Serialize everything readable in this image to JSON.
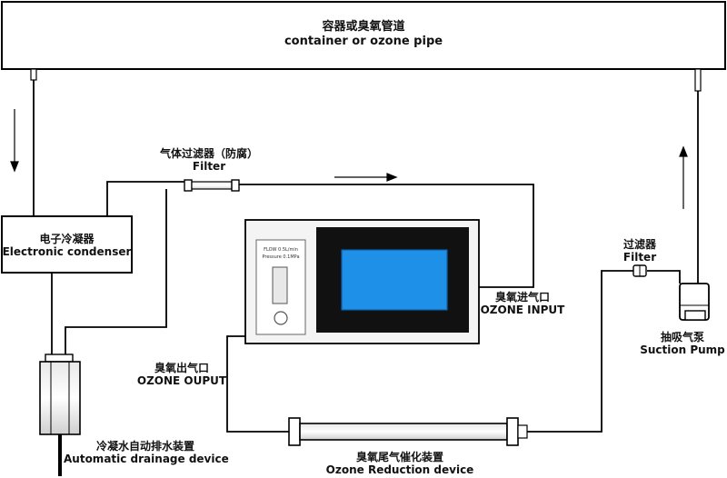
{
  "container": {
    "label_cn": "容器或臭氧管道",
    "label_en": "container or ozone pipe"
  },
  "gas_filter": {
    "label_cn": "气体过滤器（防腐）",
    "label_en": "Filter"
  },
  "filter": {
    "label_cn": "过滤器",
    "label_en": "Filter"
  },
  "condenser": {
    "label_cn": "电子冷凝器",
    "label_en": "Electronic condenser"
  },
  "ozone_input": {
    "label_cn": "臭氧进气口",
    "label_en": "OZONE INPUT"
  },
  "ozone_output": {
    "label_cn": "臭氧出气口",
    "label_en": "OZONE OUPUT"
  },
  "suction_pump": {
    "label_cn": "抽吸气泵",
    "label_en": "Suction Pump"
  },
  "drainage": {
    "label_cn": "冷凝水自动排水装置",
    "label_en": "Automatic drainage device"
  },
  "reduction": {
    "label_cn": "臭氧尾气催化装置",
    "label_en": "Ozone Reduction device"
  },
  "analyzer": {
    "panel_line1": "FLOW 0.5L/min",
    "panel_line2": "Pressure 0.1MPa"
  },
  "colors": {
    "screen": "#1e90e8",
    "line": "#000000"
  }
}
